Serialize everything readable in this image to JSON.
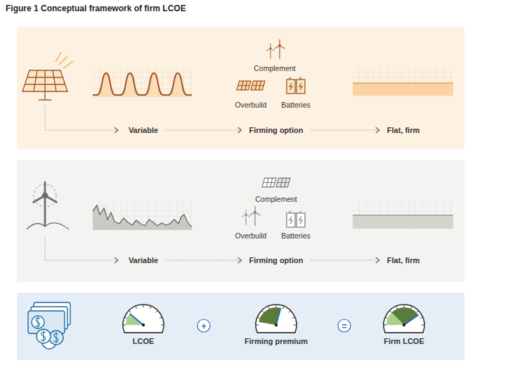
{
  "diagram": {
    "title": "Figure 1 Conceptual framework of firm LCOE",
    "nodes": [
      {
        "text": [
          "Variable"
        ]
      },
      {
        "text": [
          "Firming option"
        ]
      },
      {
        "text": [
          "Flat, firm"
        ]
      },
      {
        "text": [
          "Variable"
        ]
      },
      {
        "text": [
          "Firming option"
        ]
      },
      {
        "text": [
          "Flat, firm"
        ]
      },
      {
        "text": [
          "LCOE"
        ]
      },
      {
        "text": [
          "Firming premium"
        ]
      },
      {
        "text": [
          "Firm LCOE"
        ]
      }
    ],
    "edges": [
      {
        "from": 0,
        "to": 1,
        "arrow": "to"
      },
      {
        "from": 1,
        "to": 2,
        "arrow": "to"
      },
      {
        "from": 3,
        "to": 4,
        "arrow": "to"
      },
      {
        "from": 4,
        "to": 5,
        "arrow": "to"
      }
    ],
    "labels": [
      "Complement",
      "Overbuild",
      "Batteries",
      "Complement",
      "Overbuild",
      "Batteries",
      "+",
      "="
    ]
  }
}
